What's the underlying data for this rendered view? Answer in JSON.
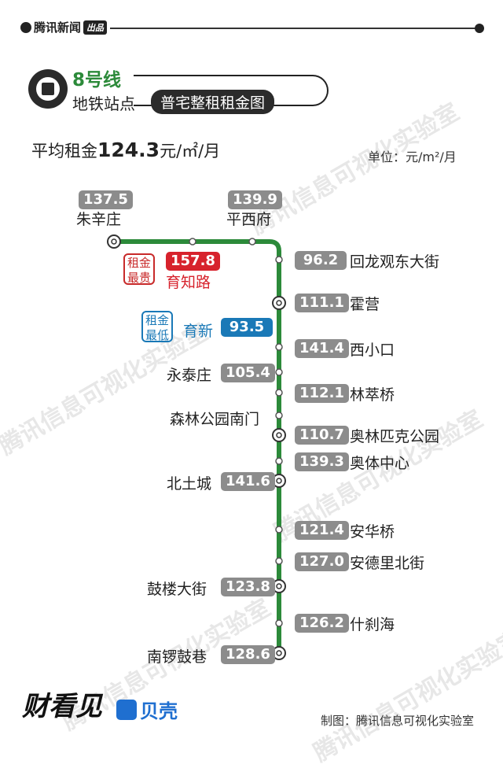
{
  "brand": {
    "name": "腾讯新闻",
    "tag": "出品"
  },
  "header": {
    "line_number": "8号线",
    "subtitle": "地铁站点",
    "title": "普宅整租租金图"
  },
  "summary": {
    "prefix": "平均租金",
    "value": "124.3",
    "suffix": "元/㎡/月",
    "unit_label": "单位：元/m²/月"
  },
  "badges": {
    "high": "租金最贵",
    "low": "租金最低"
  },
  "colors": {
    "line": "#2c8a3a",
    "high": "#d7222c",
    "low": "#1a79b7",
    "pill": "#8c8c8c"
  },
  "stations_top": [
    {
      "name": "朱辛庄",
      "rent": "137.5"
    },
    {
      "name": "平西府",
      "rent": "139.9"
    }
  ],
  "stations_left": [
    {
      "name": "育知路",
      "rent": "157.8"
    },
    {
      "name": "育新",
      "rent": "93.5"
    },
    {
      "name": "永泰庄",
      "rent": "105.4"
    },
    {
      "name": "森林公园南门",
      "rent": ""
    },
    {
      "name": "北土城",
      "rent": "141.6"
    },
    {
      "name": "鼓楼大街",
      "rent": "123.8"
    },
    {
      "name": "南锣鼓巷",
      "rent": "128.6"
    }
  ],
  "stations_right": [
    {
      "name": "回龙观东大街",
      "rent": "96.2"
    },
    {
      "name": "霍营",
      "rent": "111.1"
    },
    {
      "name": "西小口",
      "rent": "141.4"
    },
    {
      "name": "林萃桥",
      "rent": "112.1"
    },
    {
      "name": "奥林匹克公园",
      "rent": "110.7"
    },
    {
      "name": "奥体中心",
      "rent": "139.3"
    },
    {
      "name": "安华桥",
      "rent": "121.4"
    },
    {
      "name": "安德里北街",
      "rent": "127.0"
    },
    {
      "name": "什刹海",
      "rent": "126.2"
    }
  ],
  "watermark": "腾讯信息可视化实验室",
  "footer": {
    "left_logo": "财看见",
    "ke": "贝壳",
    "credit": "制图：腾讯信息可视化实验室"
  }
}
